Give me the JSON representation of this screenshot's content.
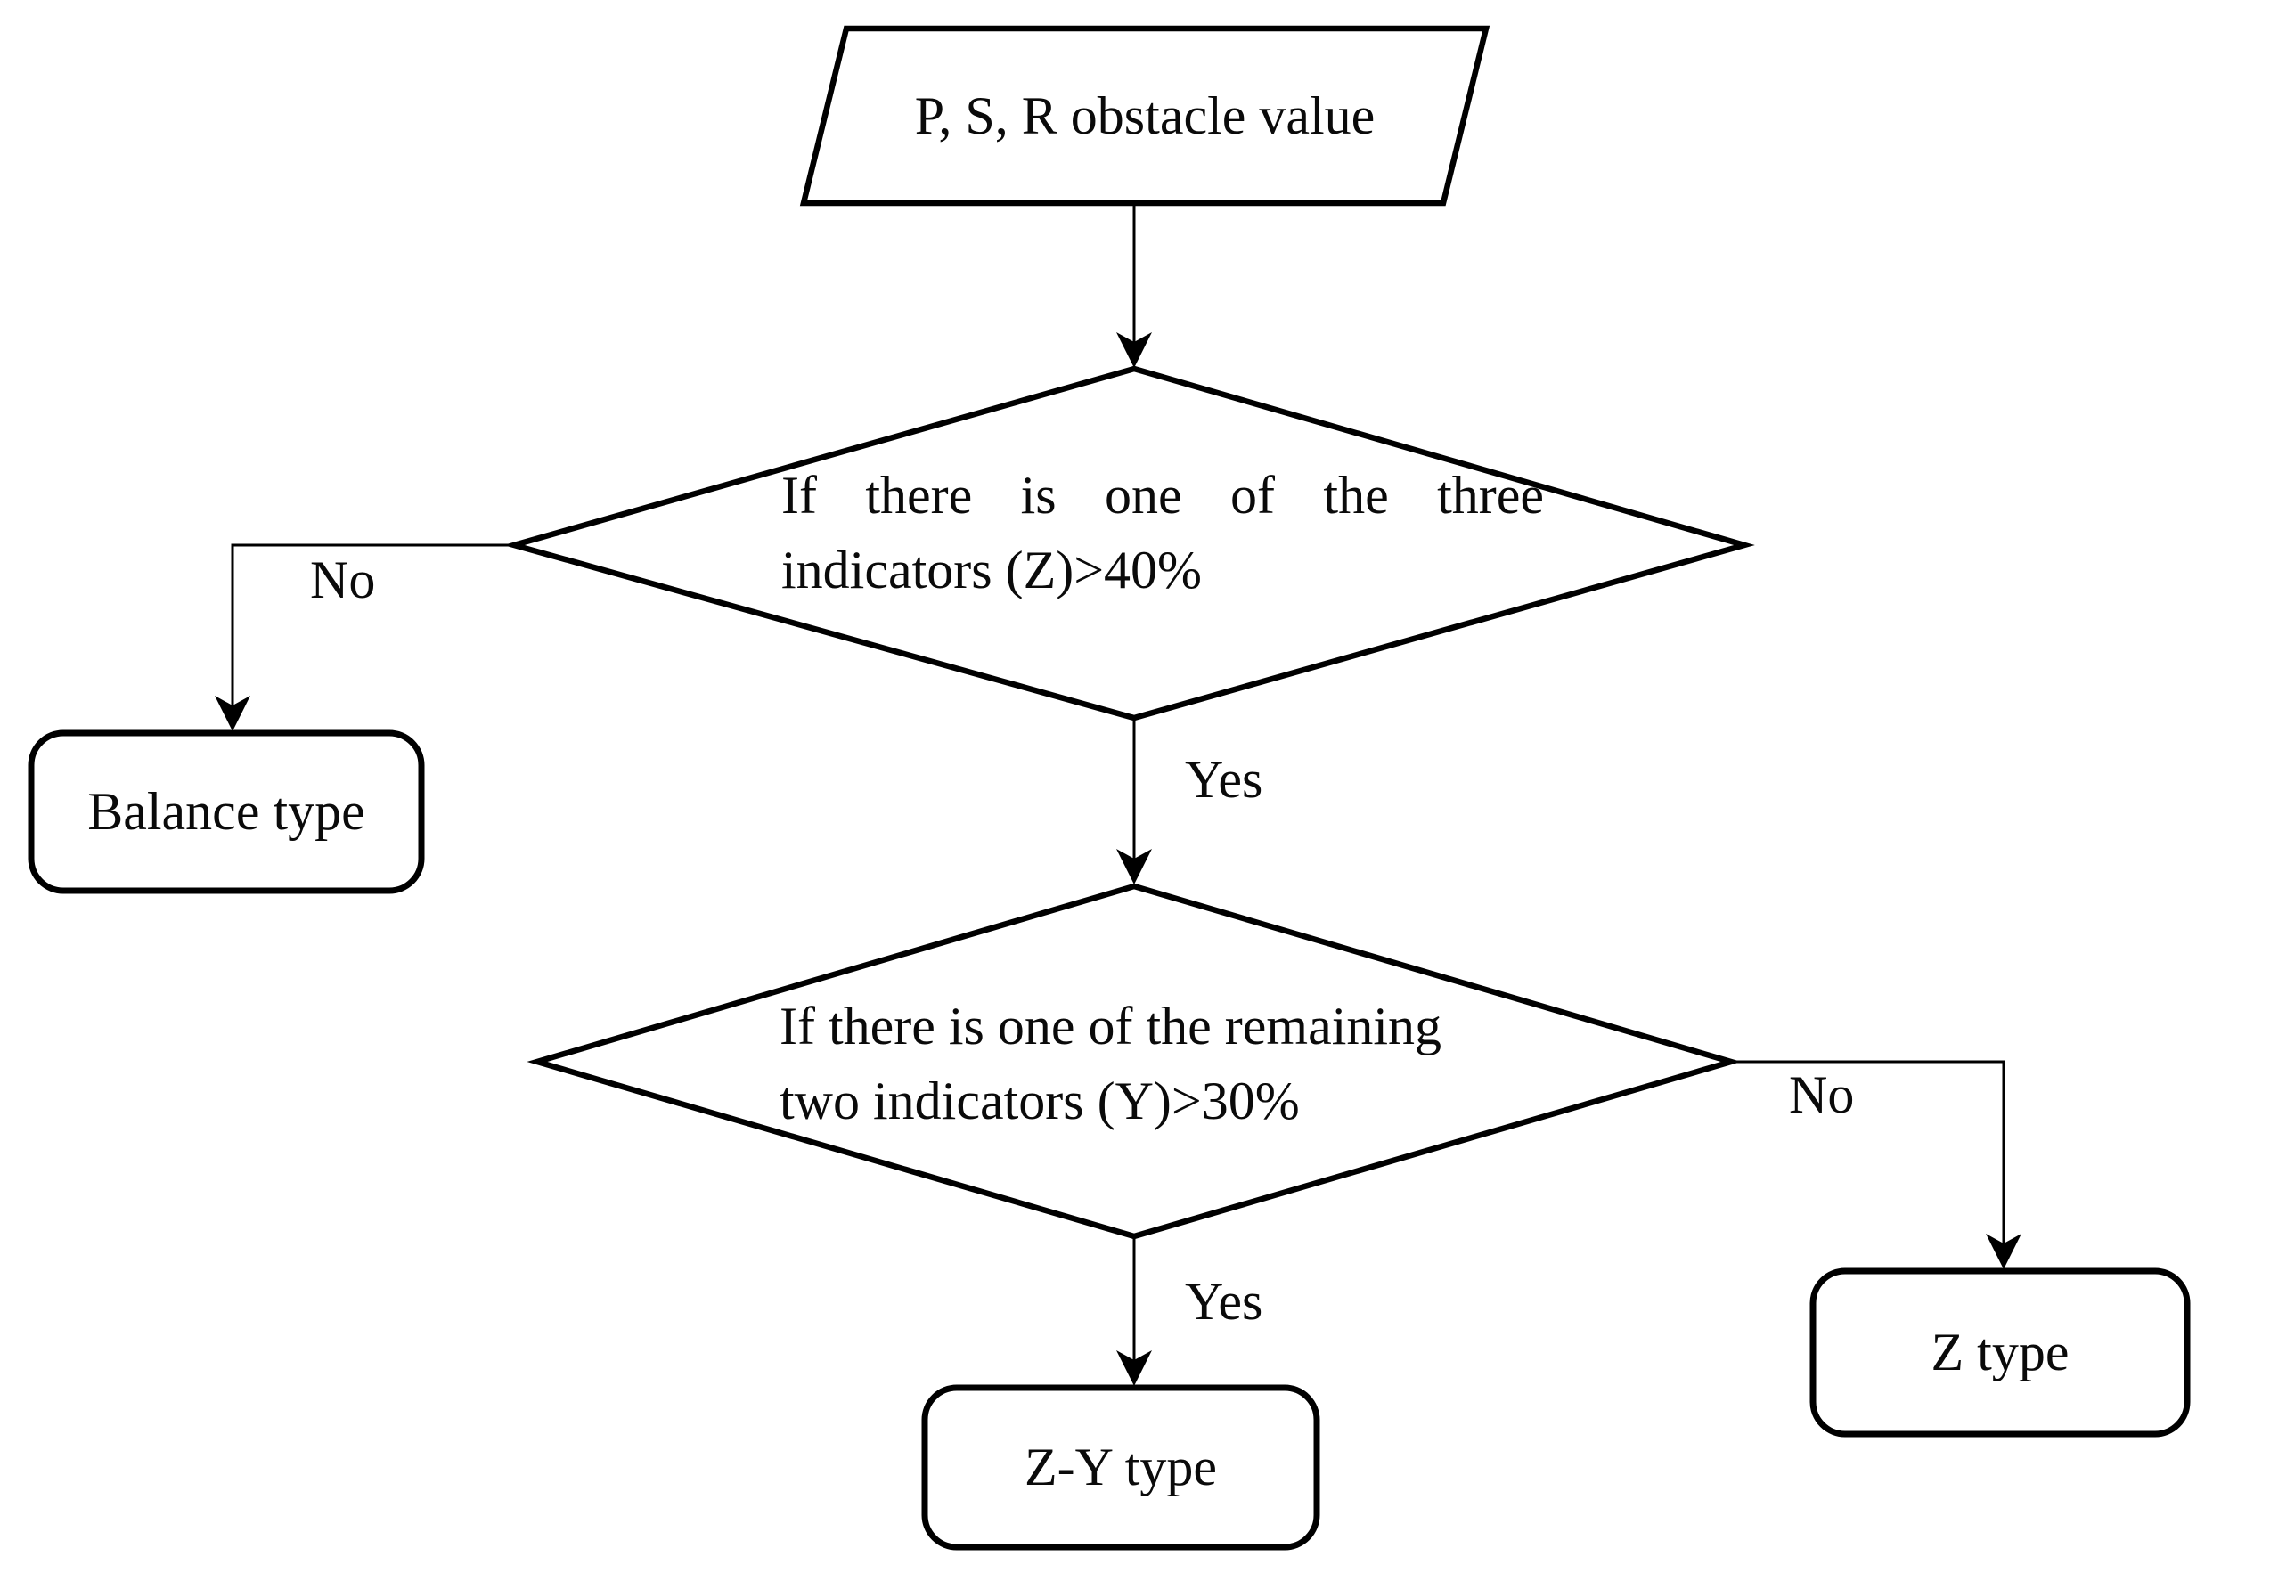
{
  "figure": {
    "type": "flowchart",
    "background": "#ffffff",
    "stroke_color": "#000000",
    "text_color": "#0a0a0a"
  },
  "nodes": {
    "start": {
      "shape": "parallelogram",
      "label": "P, S, R obstacle value"
    },
    "decision1": {
      "shape": "diamond",
      "line1": "If there is one of the three",
      "line2": "indicators (Z)>40%"
    },
    "decision2": {
      "shape": "diamond",
      "line1": "If there is one of the remaining",
      "line2": "two indicators (Y)>30%"
    },
    "balance": {
      "shape": "rounded-rect",
      "label": "Balance type"
    },
    "z_type": {
      "shape": "rounded-rect",
      "label": "Z type"
    },
    "zy_type": {
      "shape": "rounded-rect",
      "label": "Z-Y type"
    }
  },
  "edges": {
    "start_to_decision1": {
      "label": ""
    },
    "decision1_no": {
      "label": "No",
      "to": "balance"
    },
    "decision1_yes": {
      "label": "Yes",
      "to": "decision2"
    },
    "decision2_no": {
      "label": "No",
      "to": "z_type"
    },
    "decision2_yes": {
      "label": "Yes",
      "to": "zy_type"
    }
  }
}
